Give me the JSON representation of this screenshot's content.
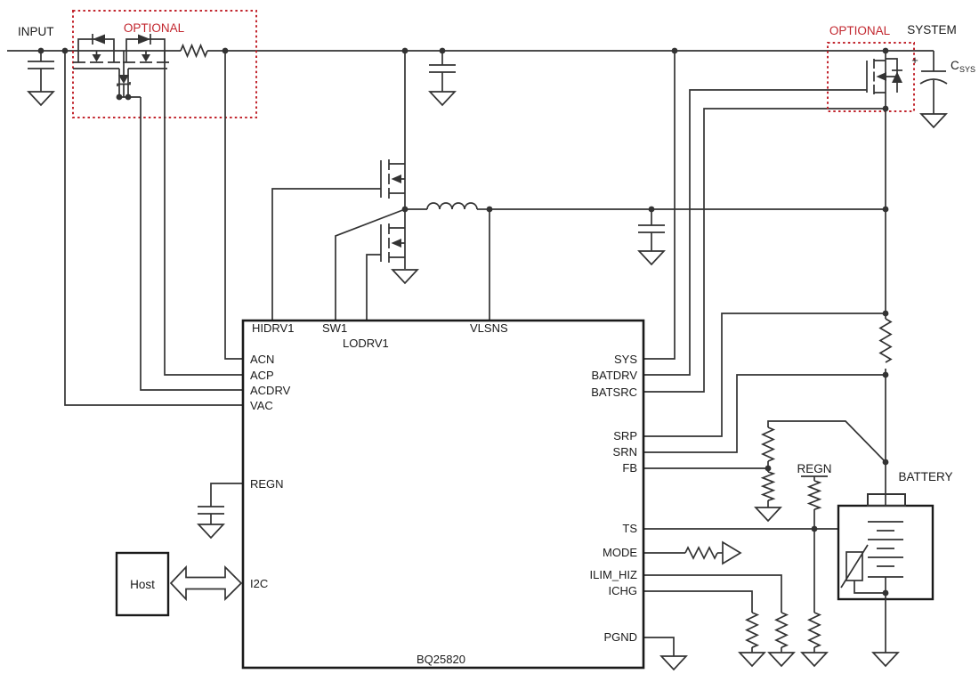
{
  "colors": {
    "accent_red": "#c2262e",
    "wire": "#333333",
    "text": "#1a1a1a",
    "background": "#ffffff"
  },
  "labels": {
    "input": "INPUT",
    "optional_left": "OPTIONAL",
    "optional_right": "OPTIONAL",
    "system": "SYSTEM",
    "csys_plus": "+",
    "csys_name": "C",
    "csys_sub": "SYS",
    "battery": "BATTERY",
    "regn_net": "REGN",
    "host": "Host"
  },
  "ic": {
    "part_number": "BQ25820",
    "top_pins": [
      "HIDRV1",
      "SW1",
      "LODRV1",
      "VLSNS"
    ],
    "left_pins": [
      "ACN",
      "ACP",
      "ACDRV",
      "VAC",
      "REGN",
      "I2C"
    ],
    "right_pins": [
      "SYS",
      "BATDRV",
      "BATSRC",
      "SRP",
      "SRN",
      "FB",
      "TS",
      "MODE",
      "ILIM_HIZ",
      "ICHG",
      "PGND"
    ]
  }
}
